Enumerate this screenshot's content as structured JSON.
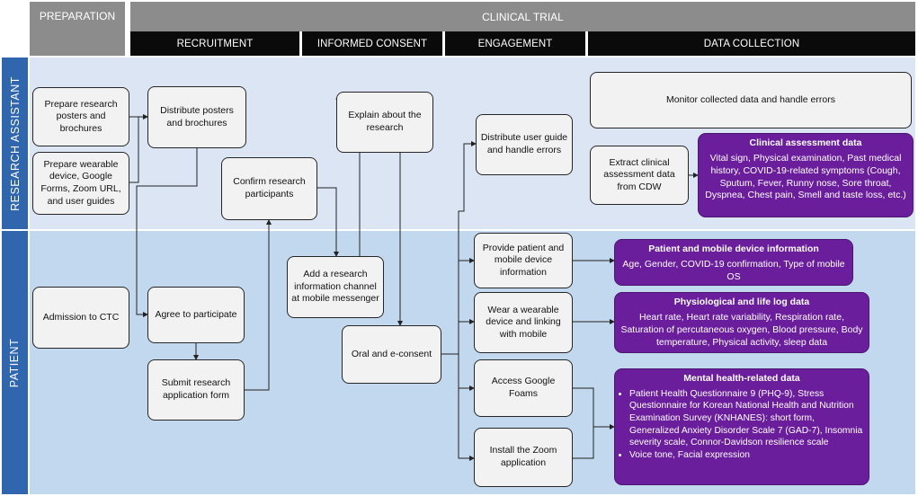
{
  "headers": {
    "preparation": "PREPARATION",
    "clinical_trial": "CLINICAL TRIAL",
    "recruitment": "RECRUITMENT",
    "informed_consent": "INFORMED CONSENT",
    "engagement": "ENGAGEMENT",
    "data_collection": "DATA COLLECTION"
  },
  "lanes": {
    "research_assistant": "RESEARCH ASSISTANT",
    "patient": "PATIENT"
  },
  "boxes": {
    "prepare_posters": "Prepare research posters and brochures",
    "prepare_wearable": "Prepare wearable device, Google Forms, Zoom URL, and user guides",
    "distribute_posters": "Distribute posters and brochures",
    "confirm_participants": "Confirm research participants",
    "explain_research": "Explain about the research",
    "distribute_guide": "Distribute user guide and handle errors",
    "monitor_data": "Monitor collected data and handle errors",
    "extract_clinical": "Extract clinical assessment data from CDW",
    "admission": "Admission to CTC",
    "agree": "Agree to participate",
    "submit_form": "Submit research application form",
    "add_channel": "Add a research information channel at mobile messenger",
    "oral_consent": "Oral and e-consent",
    "provide_info": "Provide patient and mobile device information",
    "wear_device": "Wear a wearable device and linking with mobile",
    "access_google": "Access Google Foams",
    "install_zoom": "Install the Zoom application"
  },
  "data_boxes": {
    "clinical": {
      "title": "Clinical assessment data",
      "body": "Vital sign, Physical examination, Past medical history, COVID-19-related symptoms (Cough, Sputum, Fever, Runny nose, Sore throat, Dyspnea, Chest pain, Smell and taste loss,  etc.)"
    },
    "patient_device": {
      "title": "Patient and mobile device information",
      "body": "Age, Gender, COVID-19 confirmation, Type of mobile OS"
    },
    "physiological": {
      "title": "Physiological and life log data",
      "body": "Heart rate, Heart rate variability, Respiration rate, Saturation of percutaneous oxygen, Blood pressure, Body temperature, Physical activity, sleep data"
    },
    "mental": {
      "title": "Mental health-related data",
      "items": [
        "Patient Health Questionnaire 9 (PHQ-9), Stress Questionnaire for Korean National Health and Nutrition Examination Survey (KNHANES): short form, Generalized Anxiety Disorder Scale 7 (GAD-7), Insomnia severity scale, Connor-Davidson resilience scale",
        "Voice tone, Facial expression"
      ]
    }
  },
  "colors": {
    "header_gray": "#8c8c8c",
    "header_black": "#0a0a0a",
    "lane_label": "#2f66ad",
    "lane_research_assistant": "#dbe5f4",
    "lane_patient": "#c1d8ee",
    "data_box_purple": "#6a1e9c"
  }
}
